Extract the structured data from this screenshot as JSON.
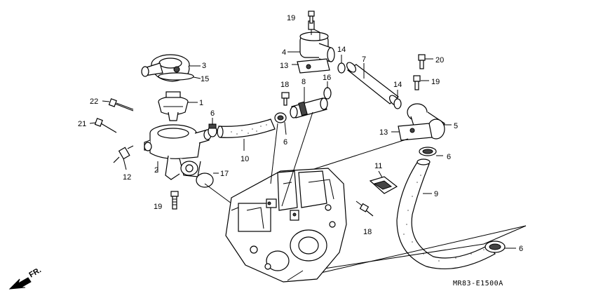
{
  "diagram_code": "MR83-E1500A",
  "direction_label": "FR.",
  "callouts": [
    {
      "id": "c19a",
      "text": "19"
    },
    {
      "id": "c3",
      "text": "3"
    },
    {
      "id": "c15",
      "text": "15"
    },
    {
      "id": "c1",
      "text": "1"
    },
    {
      "id": "c22",
      "text": "22"
    },
    {
      "id": "c21",
      "text": "21"
    },
    {
      "id": "c6a",
      "text": "6"
    },
    {
      "id": "c2",
      "text": "2"
    },
    {
      "id": "c12",
      "text": "12"
    },
    {
      "id": "c19b",
      "text": "19"
    },
    {
      "id": "c17",
      "text": "17"
    },
    {
      "id": "c10",
      "text": "10"
    },
    {
      "id": "c6b",
      "text": "6"
    },
    {
      "id": "c18a",
      "text": "18"
    },
    {
      "id": "c8",
      "text": "8"
    },
    {
      "id": "c16",
      "text": "16"
    },
    {
      "id": "c4",
      "text": "4"
    },
    {
      "id": "c13a",
      "text": "13"
    },
    {
      "id": "c14a",
      "text": "14"
    },
    {
      "id": "c7",
      "text": "7"
    },
    {
      "id": "c14b",
      "text": "14"
    },
    {
      "id": "c20",
      "text": "20"
    },
    {
      "id": "c19c",
      "text": "19"
    },
    {
      "id": "c5",
      "text": "5"
    },
    {
      "id": "c13b",
      "text": "13"
    },
    {
      "id": "c6c",
      "text": "6"
    },
    {
      "id": "c11",
      "text": "11"
    },
    {
      "id": "c9",
      "text": "9"
    },
    {
      "id": "c18b",
      "text": "18"
    },
    {
      "id": "c6d",
      "text": "6"
    }
  ]
}
